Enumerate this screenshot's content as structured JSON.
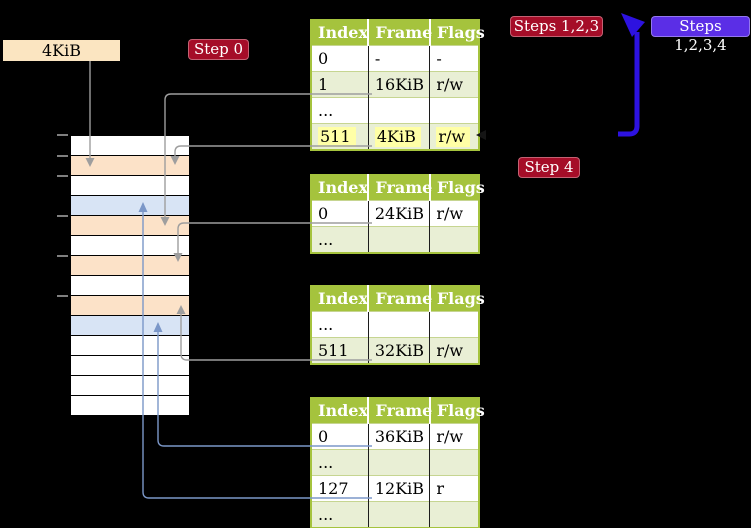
{
  "labels": {
    "frame_size": "4KiB",
    "step0": "Step 0",
    "steps123": "Steps 1,2,3",
    "steps1234": "Steps 1,2,3,4",
    "step4": "Step 4"
  },
  "memory": {
    "rows": [
      "white",
      "peach",
      "white",
      "blue",
      "peach",
      "white",
      "peach",
      "white",
      "peach",
      "blue",
      "white",
      "white",
      "white",
      "white"
    ]
  },
  "tables": [
    {
      "headers": [
        "Index",
        "Frame",
        "Flags"
      ],
      "rows": [
        {
          "cells": [
            "0",
            "-",
            "-"
          ],
          "shaded": false,
          "highlighted": false
        },
        {
          "cells": [
            "1",
            "16KiB",
            "r/w"
          ],
          "shaded": true,
          "highlighted": false
        },
        {
          "cells": [
            "...",
            "",
            ""
          ],
          "shaded": false,
          "highlighted": false
        },
        {
          "cells": [
            "511",
            "4KiB",
            "r/w"
          ],
          "shaded": true,
          "highlighted": true
        }
      ]
    },
    {
      "headers": [
        "Index",
        "Frame",
        "Flags"
      ],
      "rows": [
        {
          "cells": [
            "0",
            "24KiB",
            "r/w"
          ],
          "shaded": false,
          "highlighted": false
        },
        {
          "cells": [
            "...",
            "",
            ""
          ],
          "shaded": true,
          "highlighted": false
        }
      ]
    },
    {
      "headers": [
        "Index",
        "Frame",
        "Flags"
      ],
      "rows": [
        {
          "cells": [
            "...",
            "",
            ""
          ],
          "shaded": false,
          "highlighted": false
        },
        {
          "cells": [
            "511",
            "32KiB",
            "r/w"
          ],
          "shaded": true,
          "highlighted": false
        }
      ]
    },
    {
      "headers": [
        "Index",
        "Frame",
        "Flags"
      ],
      "rows": [
        {
          "cells": [
            "0",
            "36KiB",
            "r/w"
          ],
          "shaded": false,
          "highlighted": false
        },
        {
          "cells": [
            "...",
            "",
            ""
          ],
          "shaded": true,
          "highlighted": false
        },
        {
          "cells": [
            "127",
            "12KiB",
            "r"
          ],
          "shaded": false,
          "highlighted": false
        },
        {
          "cells": [
            "...",
            "",
            ""
          ],
          "shaded": true,
          "highlighted": false
        }
      ]
    }
  ],
  "colors": {
    "canvas_bg": "#000000",
    "header_green": "#a5c33d",
    "row_green": "#e9efd5",
    "highlight_yellow": "#ffffa6",
    "peach": "#fce2c8",
    "blue_row": "#d8e4f5",
    "frame_label_bg": "#fbe5c1",
    "badge_red": "#a50d28",
    "badge_violet": "#5b2ee6",
    "arrow_blue": "#2d12e0",
    "connector_gray": "#9e9e9e",
    "connector_blue": "#7b97c8",
    "tick_gray": "#7f7f7f"
  }
}
